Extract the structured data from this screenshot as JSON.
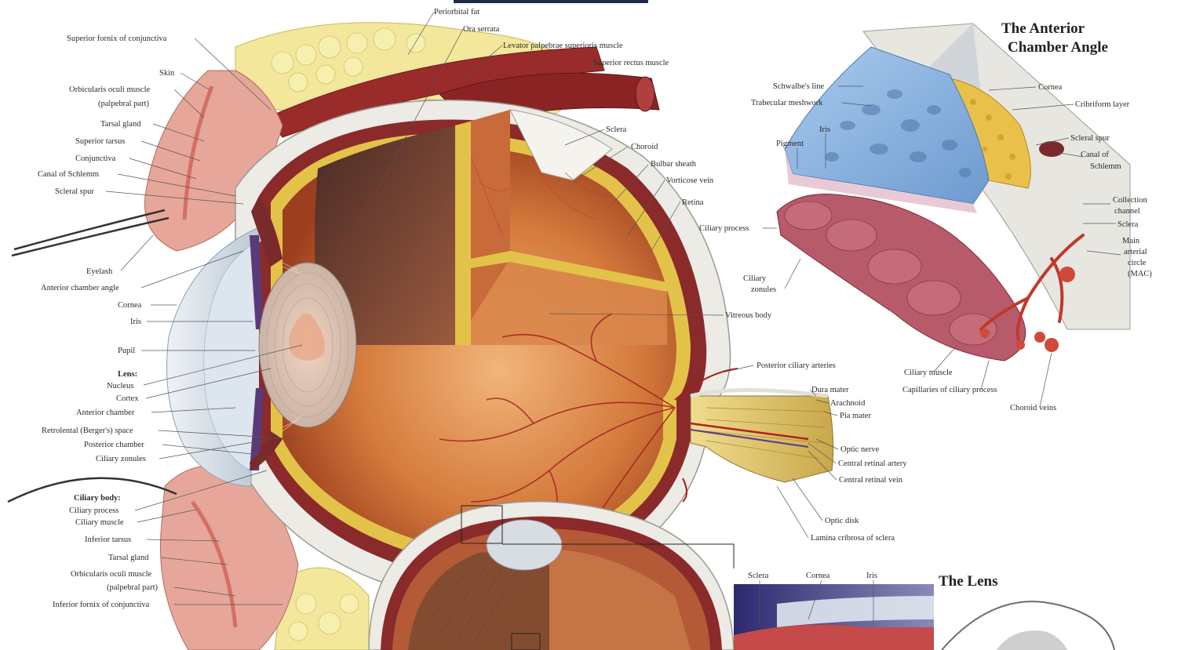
{
  "colors": {
    "sclera": "#ecebe6",
    "choroid": "#8a2a2a",
    "retina": "#e3c24a",
    "vitreous": "#c9682e",
    "muscle": "#9a2b2b",
    "fat": "#f2e79a",
    "skin": "#e6a79a",
    "meshwork": "#8fb6e0",
    "optic_nerve": "#e9d27a"
  },
  "titles": {
    "anterior_angle_line1": "The Anterior",
    "anterior_angle_line2": "Chamber Angle",
    "lens": "The Lens"
  },
  "labels": {
    "periorbital_fat": "Periorbital fat",
    "ora_serrata": "Ora serrata",
    "levator": "Levator palpebrae superioris muscle",
    "superior_rectus": "Superior rectus muscle",
    "superior_fornix": "Superior fornix of conjunctiva",
    "skin": "Skin",
    "orbicularis_sup_1": "Orbicularis oculi muscle",
    "orbicularis_sup_2": "(palpebral part)",
    "tarsal_gland_sup": "Tarsal gland",
    "superior_tarsus": "Superior tarsus",
    "conjunctiva": "Conjunctiva",
    "canal_schlemm": "Canal of Schlemm",
    "scleral_spur": "Scleral spur",
    "eyelash": "Eyelash",
    "anterior_chamber_angle": "Anterior chamber angle",
    "cornea": "Cornea",
    "iris": "Iris",
    "pupil": "Pupil",
    "lens_head": "Lens:",
    "nucleus": "Nucleus",
    "cortex": "Cortex",
    "anterior_chamber": "Anterior chamber",
    "retrolental": "Retrolental (Berger's) space",
    "posterior_chamber": "Posterior chamber",
    "ciliary_zonules": "Ciliary zonules",
    "ciliary_body_head": "Ciliary body:",
    "ciliary_process": "Ciliary process",
    "ciliary_muscle": "Ciliary muscle",
    "inferior_tarsus": "Inferior tarsus",
    "tarsal_gland_inf": "Tarsal gland",
    "orbicularis_inf_1": "Orbicularis oculi muscle",
    "orbicularis_inf_2": "(palpebral part)",
    "inferior_fornix": "Inferior fornix of conjunctiva",
    "sclera": "Sclera",
    "choroid": "Choroid",
    "bulbar_sheath": "Bulbar sheath",
    "vorticose_vein": "Vorticose vein",
    "retina": "Retina",
    "ciliary_process_r": "Ciliary process",
    "ciliary_zonules_r1": "Ciliary",
    "ciliary_zonules_r2": "zonules",
    "vitreous_body": "Vitreous body",
    "posterior_ciliary_arteries": "Posterior ciliary arteries",
    "dura_mater": "Dura mater",
    "arachnoid": "Arachnoid",
    "pia_mater": "Pia mater",
    "optic_nerve": "Optic nerve",
    "central_retinal_artery": "Central retinal artery",
    "central_retinal_vein": "Central retinal vein",
    "optic_disk": "Optic disk",
    "lamina_cribrosa": "Lamina cribrosa of sclera",
    "schwalbe_line": "Schwalbe's line",
    "trabecular_meshwork": "Trabecular meshwork",
    "iris_r": "Iris",
    "pigment": "Pigment",
    "cornea_r": "Cornea",
    "cribriform_layer": "Cribriform layer",
    "scleral_spur_r": "Scleral spur",
    "canal_of_1": "Canal of",
    "canal_of_2": "Schlemm",
    "collection_1": "Collection",
    "collection_2": "channel",
    "sclera_r": "Sclera",
    "mac_1": "Main",
    "mac_2": "arterial",
    "mac_3": "circle",
    "mac_4": "(MAC)",
    "ciliary_muscle_r": "Ciliary muscle",
    "capillaries": "Capillaries of ciliary process",
    "choroid_veins": "Choroid veins",
    "lens_sclera": "Sclera",
    "lens_cornea": "Cornea",
    "lens_iris": "Iris"
  }
}
